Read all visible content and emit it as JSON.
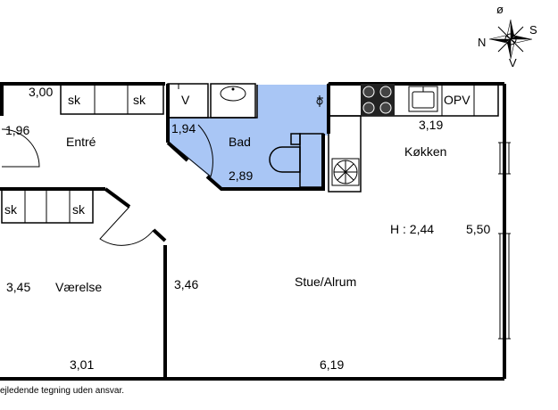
{
  "compass": {
    "n": "N",
    "s": "S",
    "o": "ø",
    "v": "V"
  },
  "rooms": {
    "entre": "Entré",
    "bad": "Bad",
    "kokken": "Køkken",
    "vaerelse": "Værelse",
    "stue": "Stue/Alrum"
  },
  "dimensions": {
    "entre_top": "3,00",
    "entre_left": "1,96",
    "bad_left": "1,94",
    "bad_bottom": "2,89",
    "kokken_top": "3,19",
    "stue_right": "5,50",
    "vaerelse_left": "3,45",
    "stue_left": "3,46",
    "vaerelse_bottom": "3,01",
    "stue_bottom": "6,19"
  },
  "ceiling_height": "H : 2,44",
  "fixtures": {
    "sk_1": "sk",
    "sk_2": "sk",
    "sk_3": "sk",
    "sk_4": "sk",
    "v": "V",
    "opv": "OPV"
  },
  "footer": "ejledende tegning uden ansvar.",
  "colors": {
    "bathroom": "#a9c6f5",
    "wall": "#000000"
  }
}
